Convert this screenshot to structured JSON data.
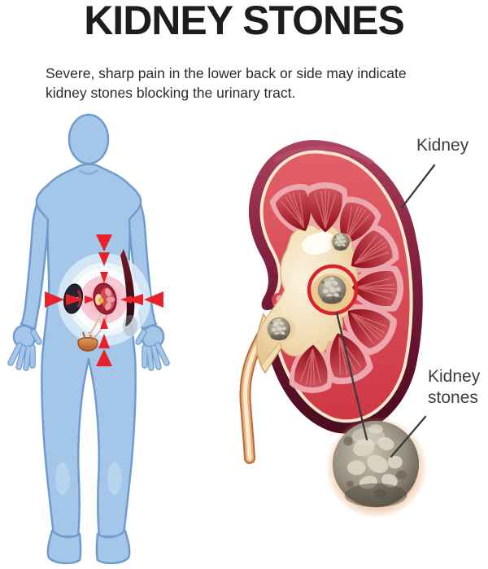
{
  "title": "KIDNEY STONES",
  "subtitle": "Severe, sharp pain in the lower back or side may indicate kidney stones blocking the urinary tract.",
  "labels": {
    "kidney": "Kidney",
    "kidney_stones": "Kidney\nstones"
  },
  "palette": {
    "background": "#ffffff",
    "title_text": "#1d1d1f",
    "body_text": "#2b2b2b",
    "label_text": "#3d3d3d",
    "figure_blue": "#a4c6e8",
    "figure_outline": "#6f9ccd",
    "alert_red": "#e8222a",
    "kidney_capsule": "#6b1430",
    "kidney_cortex": "#d64550",
    "kidney_pyramid": "#a31220",
    "renal_pelvis": "#f6ebcd",
    "ureter_tan": "#d0895a",
    "stone_gray": "#968f7f",
    "pain_glow_pink": "#f5c8d3"
  },
  "figures": {
    "human_figure": "human-body-silhouette",
    "pain_indicator": "pain-target-with-converging-arrows",
    "kidney_cross_section": "kidney-cross-section-with-stones",
    "kidney_stone_magnified": "enlarged-kidney-stone"
  }
}
